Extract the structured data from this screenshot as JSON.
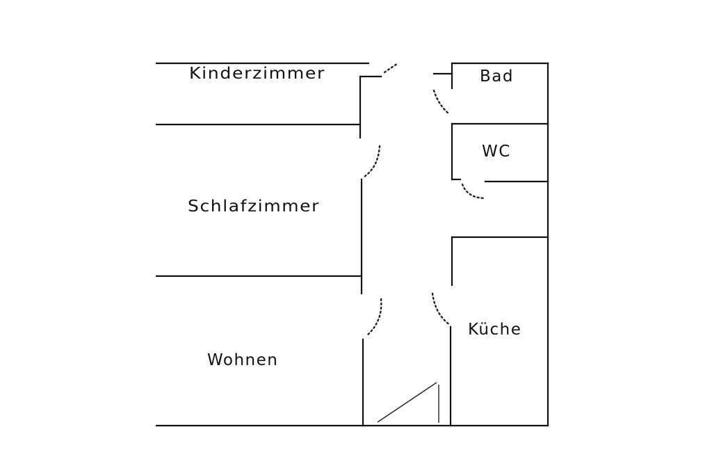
{
  "floorplan": {
    "rooms": {
      "kinderzimmer": "Kinderzimmer",
      "bad": "Bad",
      "wc": "WC",
      "schlafzimmer": "Schlafzimmer",
      "kueche": "Küche",
      "wohnen": "Wohnen"
    }
  }
}
